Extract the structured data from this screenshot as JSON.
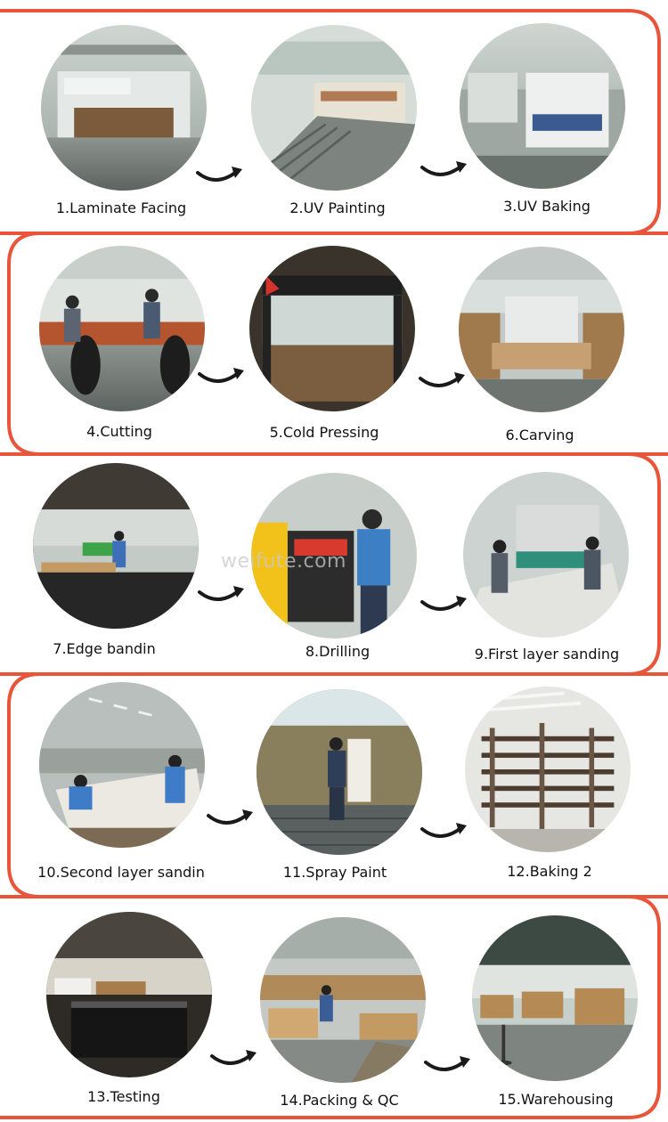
{
  "colors": {
    "frame": "#e8553b",
    "label": "#111111",
    "arrow": "#1a1a1a",
    "watermark": "#c9c9c9"
  },
  "watermark": "weifute.com",
  "icons": [
    "curved-arrow-icon"
  ],
  "steps": [
    {
      "label": "1.Laminate Facing",
      "photo": "laminate-facing-machine-photo"
    },
    {
      "label": "2.UV Painting",
      "photo": "uv-painting-roller-line-photo"
    },
    {
      "label": "3.UV Baking",
      "photo": "uv-baking-oven-photo"
    },
    {
      "label": "4.Cutting",
      "photo": "panel-saw-workers-photo"
    },
    {
      "label": "5.Cold Pressing",
      "photo": "cold-press-machine-photo"
    },
    {
      "label": "6.Carving",
      "photo": "cnc-carving-machine-photo"
    },
    {
      "label": "7.Edge bandin",
      "photo": "edge-banding-worker-photo"
    },
    {
      "label": "8.Drilling",
      "photo": "drilling-machine-worker-photo"
    },
    {
      "label": "9.First layer sanding",
      "photo": "wide-belt-sander-photo"
    },
    {
      "label": "10.Second layer sandin",
      "photo": "hand-sanding-workers-photo"
    },
    {
      "label": "11.Spray Paint",
      "photo": "spray-booth-worker-photo"
    },
    {
      "label": "12.Baking 2",
      "photo": "drying-rack-photo"
    },
    {
      "label": "13.Testing",
      "photo": "testing-area-photo"
    },
    {
      "label": "14.Packing & QC",
      "photo": "packing-workers-photo"
    },
    {
      "label": "15.Warehousing",
      "photo": "warehouse-stock-photo"
    }
  ]
}
